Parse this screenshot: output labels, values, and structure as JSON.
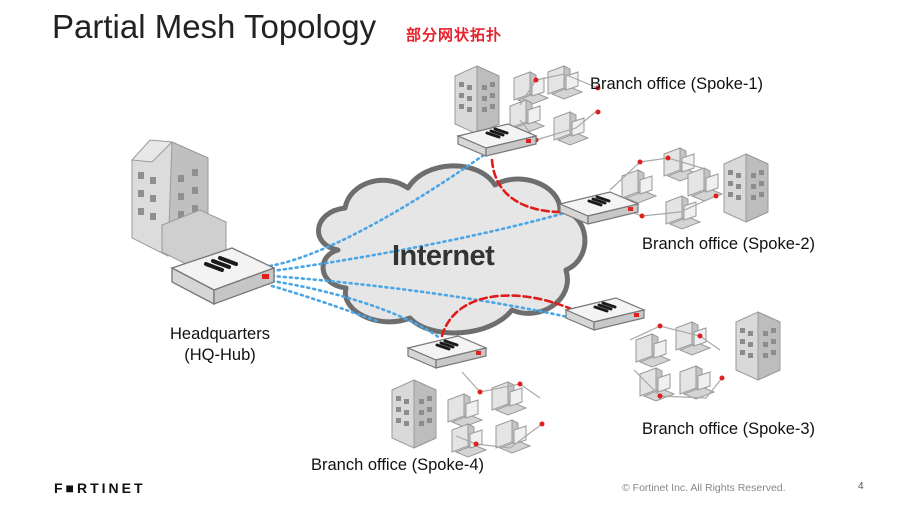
{
  "title": "Partial Mesh Topology",
  "title_cn": "部分网状拓扑",
  "cloud_label": "Internet",
  "hub": {
    "line1": "Headquarters",
    "line2": "(HQ-Hub)"
  },
  "spokes": {
    "spoke1": "Branch office (Spoke-1)",
    "spoke2": "Branch office (Spoke-2)",
    "spoke3": "Branch office (Spoke-3)",
    "spoke4": "Branch office (Spoke-4)"
  },
  "footer": {
    "logo": "F■RTINET",
    "copyright": "© Fortinet Inc. All Rights Reserved.",
    "page": "4"
  },
  "colors": {
    "hub_link": "#4aa6e6",
    "spoke_link": "#e01b1b",
    "cloud_fill": "#e6e6e6",
    "cloud_stroke": "#6e6e6e"
  }
}
